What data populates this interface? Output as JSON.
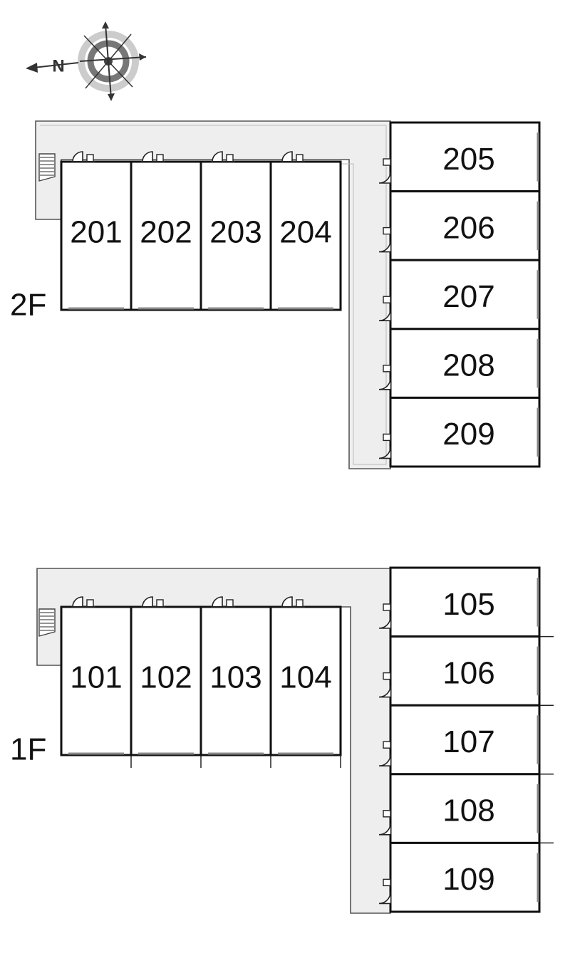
{
  "compass": {
    "north_label": "N"
  },
  "floors": [
    {
      "label": "2F",
      "rooms_row": [
        "201",
        "202",
        "203",
        "204"
      ],
      "rooms_column": [
        "205",
        "206",
        "207",
        "208",
        "209"
      ]
    },
    {
      "label": "1F",
      "rooms_row": [
        "101",
        "102",
        "103",
        "104"
      ],
      "rooms_column": [
        "105",
        "106",
        "107",
        "108",
        "109"
      ]
    }
  ],
  "colors": {
    "corridor": "#eeeeee",
    "wall": "#111111",
    "outline": "#555555"
  }
}
